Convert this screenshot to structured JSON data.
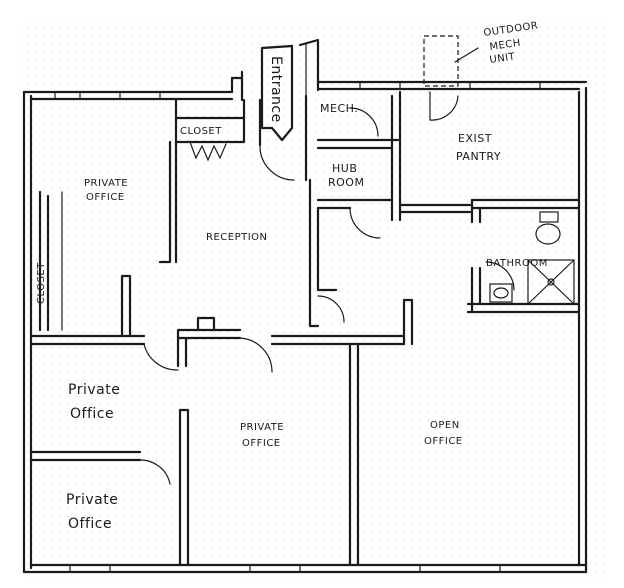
{
  "rooms": {
    "entrance": "Entrance",
    "closet_top": "CLOSET",
    "mech": "MECH.",
    "hub_room_1": "HUB",
    "hub_room_2": "ROOM",
    "outdoor_mech_1": "OUTDOOR",
    "outdoor_mech_2": "MECH",
    "outdoor_mech_3": "UNIT",
    "exist_pantry_1": "EXIST",
    "exist_pantry_2": "PANTRY",
    "private_office_tl_1": "PRIVATE",
    "private_office_tl_2": "OFFICE",
    "closet_left": "CLOSET",
    "reception": "RECEPTION",
    "bathroom": "BATHROOM",
    "private_office_ml_1": "Private",
    "private_office_ml_2": "Office",
    "private_office_bl_1": "Private",
    "private_office_bl_2": "Office",
    "private_office_c_1": "PRIVATE",
    "private_office_c_2": "OFFICE",
    "open_office_1": "OPEN",
    "open_office_2": "OFFICE"
  }
}
